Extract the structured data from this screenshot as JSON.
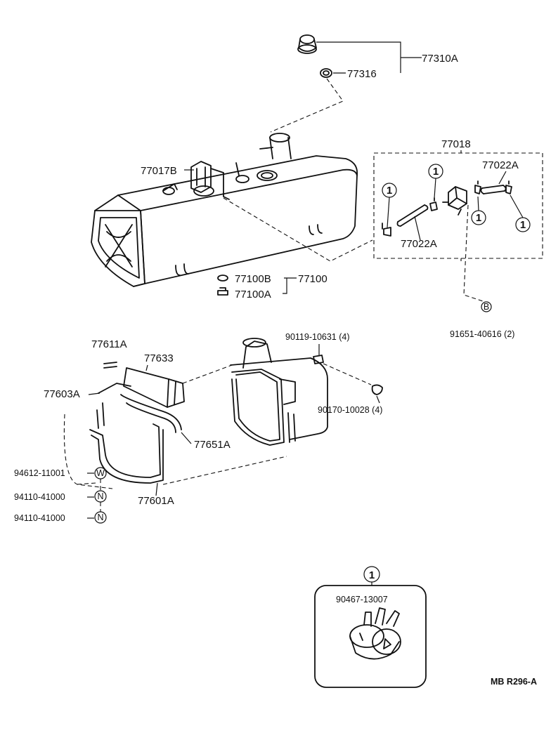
{
  "labels": {
    "p77310A": "77310A",
    "p77316": "77316",
    "p77018": "77018",
    "p77022A_top": "77022A",
    "p77022A_bot": "77022A",
    "p77017B": "77017B",
    "p77100B": "77100B",
    "p77100": "77100",
    "p77100A": "77100A",
    "p91651": "91651-40616 (2)",
    "p77611A": "77611A",
    "p77633": "77633",
    "p90119": "90119-10631 (4)",
    "p77603A": "77603A",
    "p90170": "90170-10028 (4)",
    "p77651A": "77651A",
    "p94612": "94612-11001",
    "p94110a": "94110-41000",
    "p94110b": "94110-41000",
    "p77601A": "77601A",
    "p90467": "90467-13007",
    "ref_code": "MB R296-A"
  },
  "callouts": {
    "c1": "1",
    "c2": "1",
    "c3": "1",
    "c4": "1",
    "c5": "1"
  },
  "symbols": {
    "washer": "W",
    "nut1": "N",
    "nut2": "N",
    "bolt": "B"
  }
}
